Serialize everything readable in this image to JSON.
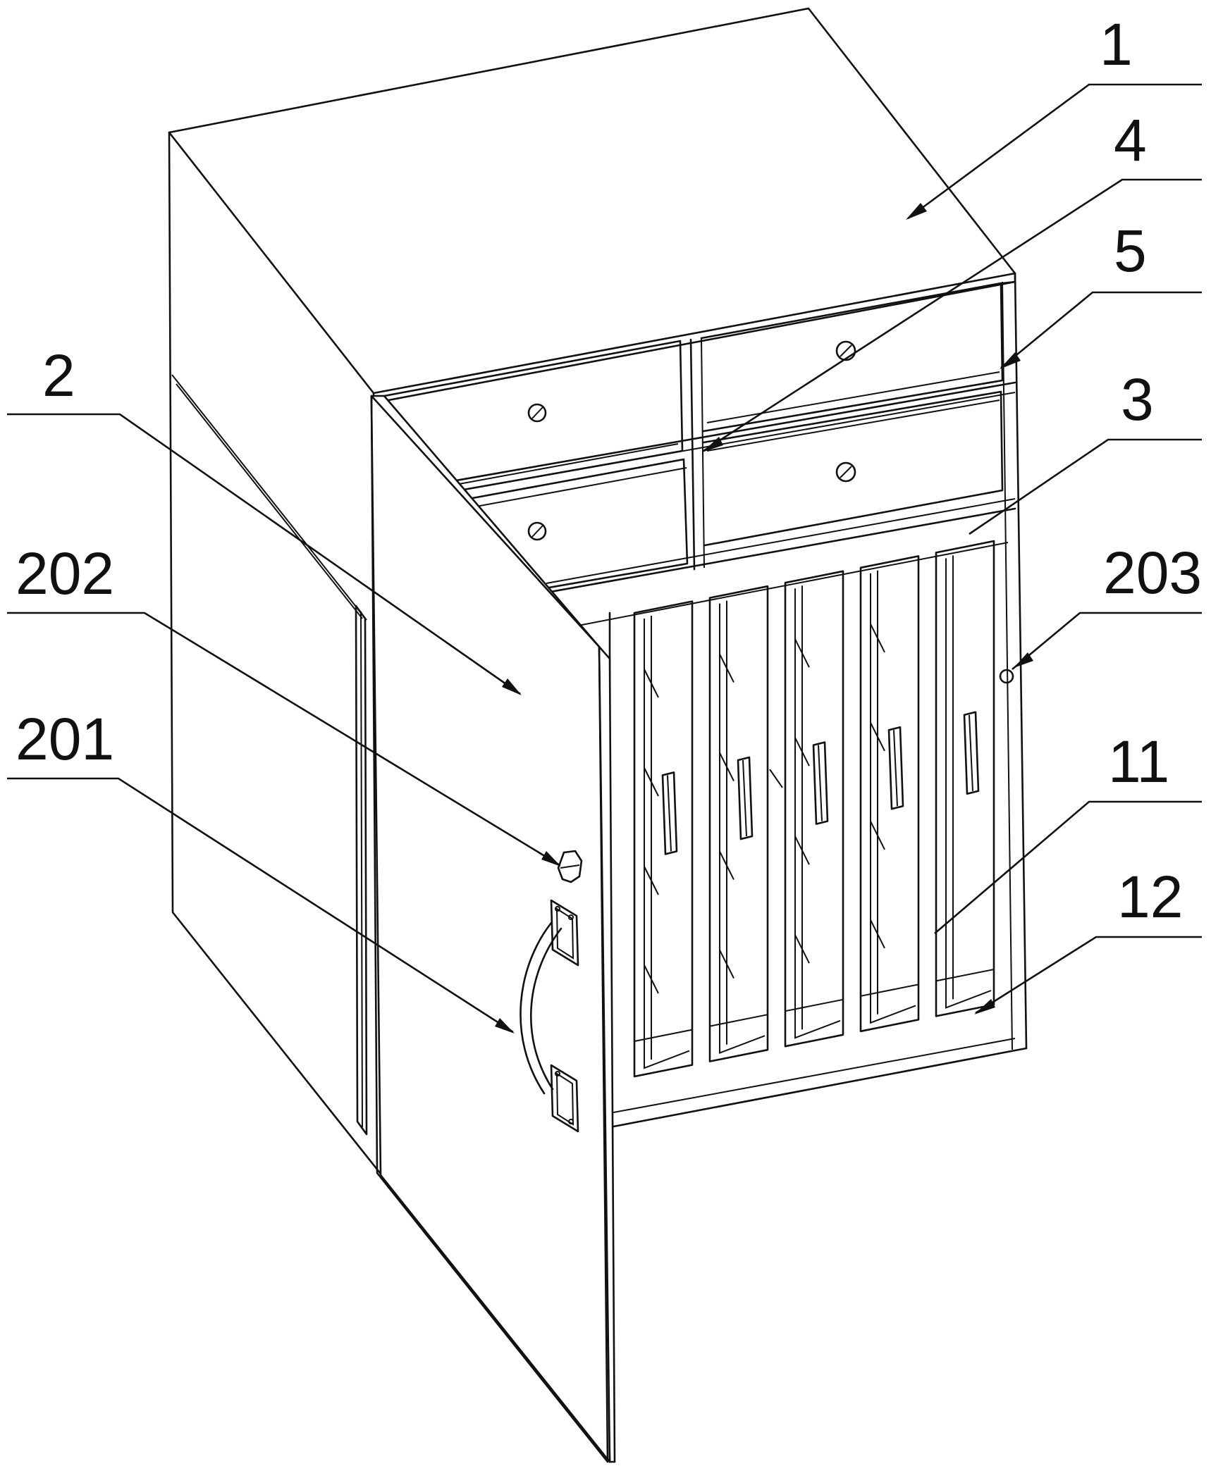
{
  "labels": {
    "l1": "1",
    "l4": "4",
    "l5": "5",
    "l3": "3",
    "l2": "2",
    "l203": "203",
    "l202": "202",
    "l201": "201",
    "l11": "11",
    "l12": "12"
  }
}
